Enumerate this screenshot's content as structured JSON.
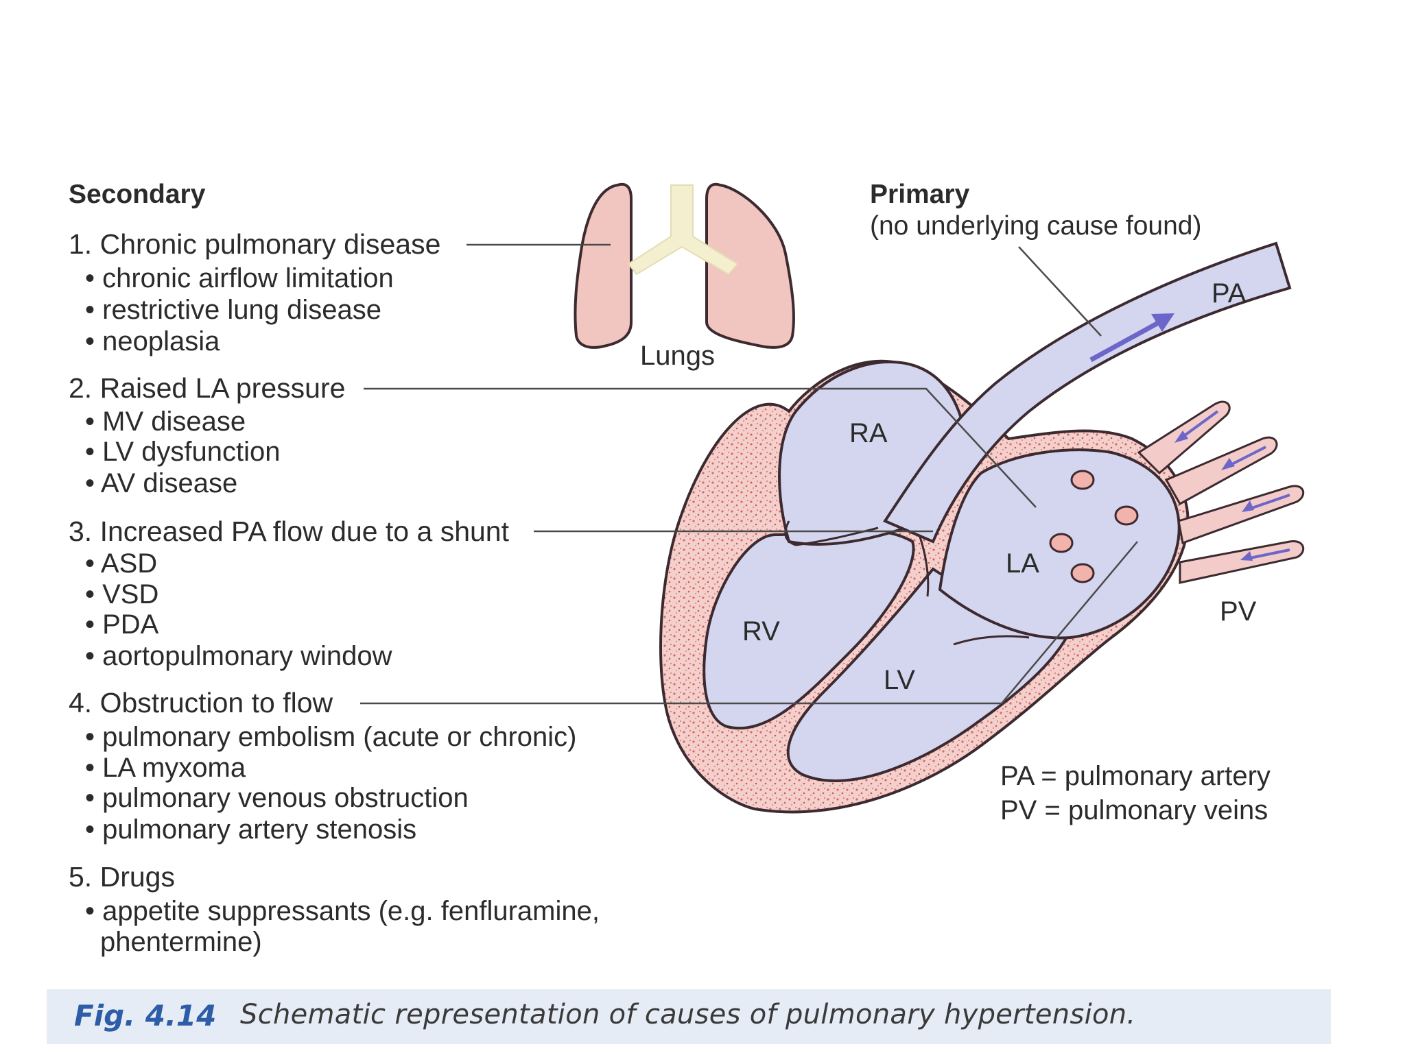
{
  "secondary": {
    "heading": "Secondary",
    "items": [
      {
        "title": "1. Chronic pulmonary disease",
        "bullets": [
          "• chronic airflow limitation",
          "• restrictive lung disease",
          "• neoplasia"
        ]
      },
      {
        "title": "2. Raised LA pressure",
        "bullets": [
          "• MV disease",
          "• LV dysfunction",
          "• AV disease"
        ]
      },
      {
        "title": "3. Increased PA flow due to a shunt",
        "bullets": [
          "• ASD",
          "• VSD",
          "• PDA",
          "• aortopulmonary window"
        ]
      },
      {
        "title": "4. Obstruction to flow",
        "bullets": [
          "• pulmonary embolism (acute or chronic)",
          "• LA myxoma",
          "• pulmonary venous obstruction",
          "• pulmonary artery stenosis"
        ]
      },
      {
        "title": "5. Drugs",
        "bullets": [
          "• appetite suppressants (e.g. fenfluramine,",
          "phentermine)"
        ]
      }
    ]
  },
  "primary": {
    "heading": "Primary",
    "subtitle": "(no underlying cause found)"
  },
  "labels": {
    "lungs": "Lungs",
    "pa": "PA",
    "ra": "RA",
    "la": "LA",
    "rv": "RV",
    "lv": "LV",
    "pv": "PV"
  },
  "legend": {
    "pa": "PA = pulmonary artery",
    "pv": "PV = pulmonary veins"
  },
  "caption": {
    "fig": "Fig. 4.14",
    "text": "Schematic representation of causes of pulmonary hypertension."
  },
  "colors": {
    "chamber": "#d4d6ef",
    "outline": "#3c2a30",
    "myocardium": "#f3cbc8",
    "speckle": "#d46a6a",
    "lung": "#f1c6c0",
    "trachea": "#f4efcf",
    "arrow": "#6d66c9",
    "caption_bg": "#e6ecf6",
    "caption_fig": "#2c5da6"
  }
}
